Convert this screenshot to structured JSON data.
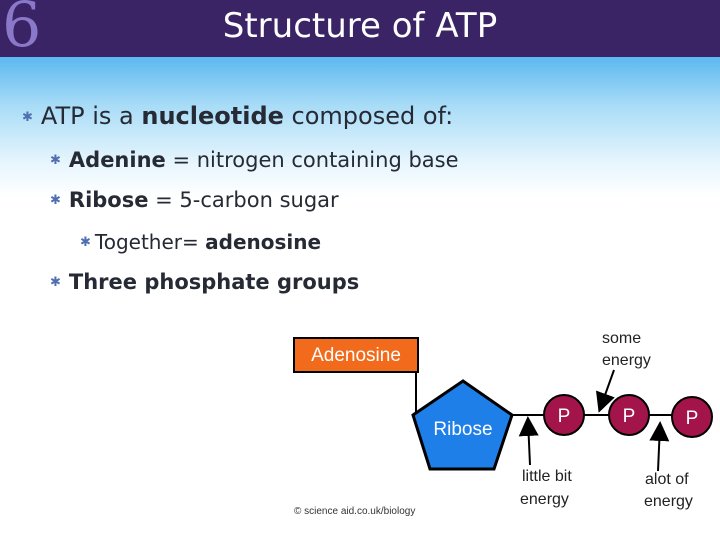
{
  "slide": {
    "number": "6",
    "title": "Structure of ATP"
  },
  "bullets": {
    "l1_a": "ATP is a ",
    "l1_b": "nucleotide",
    "l1_c": " composed of:",
    "l2_1_a": "Adenine",
    "l2_1_b": " = nitrogen containing base",
    "l2_2_a": "Ribose",
    "l2_2_b": " = 5-carbon sugar",
    "l3_a": "Together= ",
    "l3_b": "adenosine",
    "l2_3": "Three phosphate groups"
  },
  "diagram": {
    "adenosine_label": "Adenosine",
    "ribose_label": "Ribose",
    "phosphate_label": "P",
    "some_energy_line1": "some",
    "some_energy_line2": "energy",
    "little_bit_line1": "little bit",
    "little_bit_line2": "energy",
    "alot_line1": "alot of",
    "alot_line2": "energy",
    "credit": "© science aid.co.uk/biology",
    "colors": {
      "adenosine_box": "#f26a1b",
      "ribose": "#1e7fe8",
      "phosphate": "#a3154a"
    }
  },
  "colors": {
    "title_bar": "#3a2466",
    "slide_number": "#8a78c8",
    "bullet_star": "#4f6fb0"
  }
}
